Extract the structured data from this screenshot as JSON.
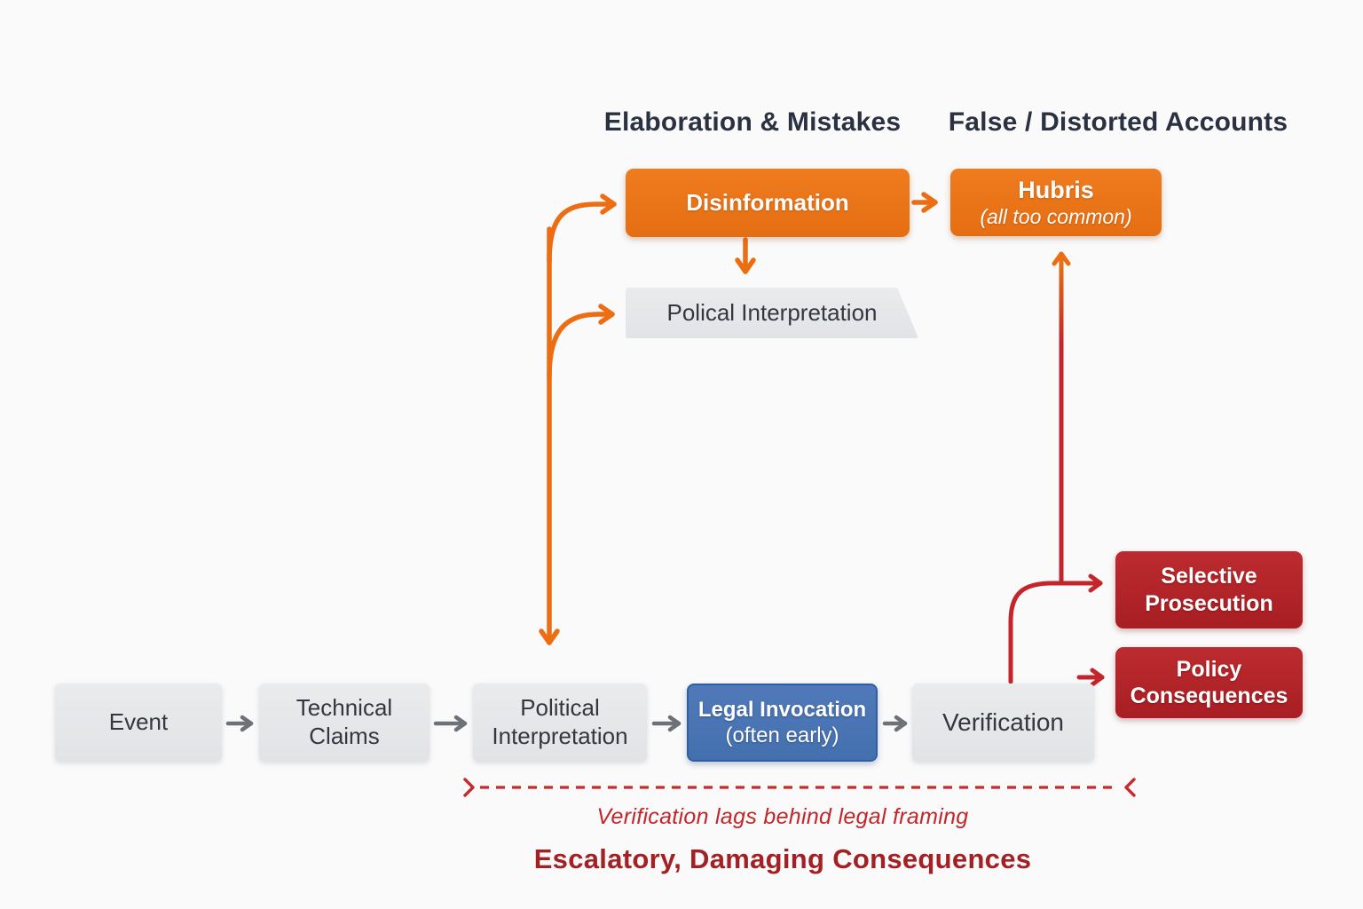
{
  "headers": {
    "elaboration": "Elaboration & Mistakes",
    "false_accounts": "False / Distorted Accounts"
  },
  "nodes": {
    "disinformation": {
      "label": "Disinformation"
    },
    "hubris": {
      "title": "Hubris",
      "subtitle": "(all too common)"
    },
    "polical_interpretation": {
      "label": "Polical Interpretation"
    },
    "event": {
      "label": "Event"
    },
    "technical_claims": {
      "label": "Technical Claims"
    },
    "political_interpretation": {
      "label": "Political Interpretation"
    },
    "legal_invocation": {
      "line1": "Legal Invocation",
      "line2": "(often early)"
    },
    "verification": {
      "label": "Verification"
    },
    "selective_prosecution": {
      "label": "Selective Prosecution"
    },
    "policy_consequences": {
      "label": "Policy Consequences"
    }
  },
  "footer": {
    "caption": "Verification lags behind legal framing",
    "title": "Escalatory, Damaging Consequences"
  },
  "colors": {
    "orange_box": "#e8731c",
    "orange_arrow": "#ed6d13",
    "red_box": "#b02428",
    "red_arrow": "#c3252b",
    "blue_box": "#4a74b4",
    "gray_box": "#e4e5e7",
    "gray_arrow": "#6e7278",
    "header_text": "#2a3140",
    "footer_caption": "#c2262a",
    "footer_title": "#a32024",
    "background": "#fafafb"
  }
}
